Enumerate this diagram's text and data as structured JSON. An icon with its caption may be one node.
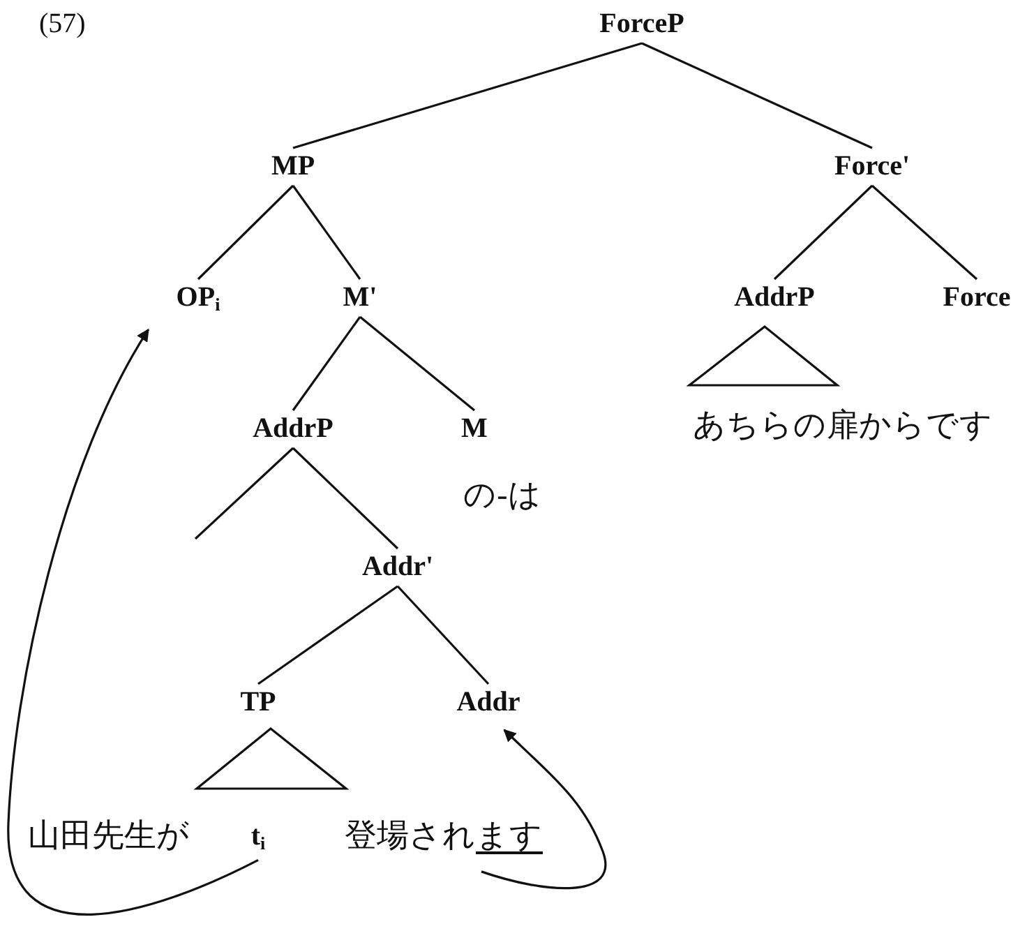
{
  "diagram": {
    "nodes": [
      {
        "text": [
          "ForceP"
        ]
      },
      {
        "text": [
          "MP"
        ]
      },
      {
        "text": [
          "Force'"
        ]
      },
      {
        "text": [
          "OP$_{i}$"
        ]
      },
      {
        "text": [
          "M'"
        ]
      },
      {
        "text": [
          "AddrP"
        ]
      },
      {
        "text": [
          "Force"
        ]
      },
      {
        "text": [
          "AddrP"
        ]
      },
      {
        "text": [
          "M"
        ]
      },
      {
        "text": [
          "Addr'"
        ]
      },
      {
        "text": [
          "TP"
        ]
      },
      {
        "text": [
          "Addr"
        ]
      },
      {
        "text": [
          "t$_{i}$"
        ]
      },
      {
        "text": [
          "ます"
        ]
      }
    ],
    "edges": [
      {
        "from": 0,
        "to": 1,
        "arrow": "none"
      },
      {
        "from": 0,
        "to": 2,
        "arrow": "none"
      },
      {
        "from": 1,
        "to": 3,
        "arrow": "none"
      },
      {
        "from": 1,
        "to": 4,
        "arrow": "none"
      },
      {
        "from": 2,
        "to": 5,
        "arrow": "none"
      },
      {
        "from": 2,
        "to": 6,
        "arrow": "none"
      },
      {
        "from": 4,
        "to": 7,
        "arrow": "none"
      },
      {
        "from": 4,
        "to": 8,
        "arrow": "none"
      },
      {
        "from": 7,
        "to": null,
        "arrow": "none"
      },
      {
        "from": 7,
        "to": 9,
        "arrow": "none"
      },
      {
        "from": 9,
        "to": 10,
        "arrow": "none"
      },
      {
        "from": 9,
        "to": 11,
        "arrow": "none"
      },
      {
        "from": 12,
        "to": 3,
        "arrow": "to"
      },
      {
        "from": 13,
        "to": 11,
        "arrow": "to"
      }
    ],
    "labels": [
      "(57)",
      "あちらの扉からです",
      "の-は",
      "山田先生が",
      "登場され"
    ]
  }
}
